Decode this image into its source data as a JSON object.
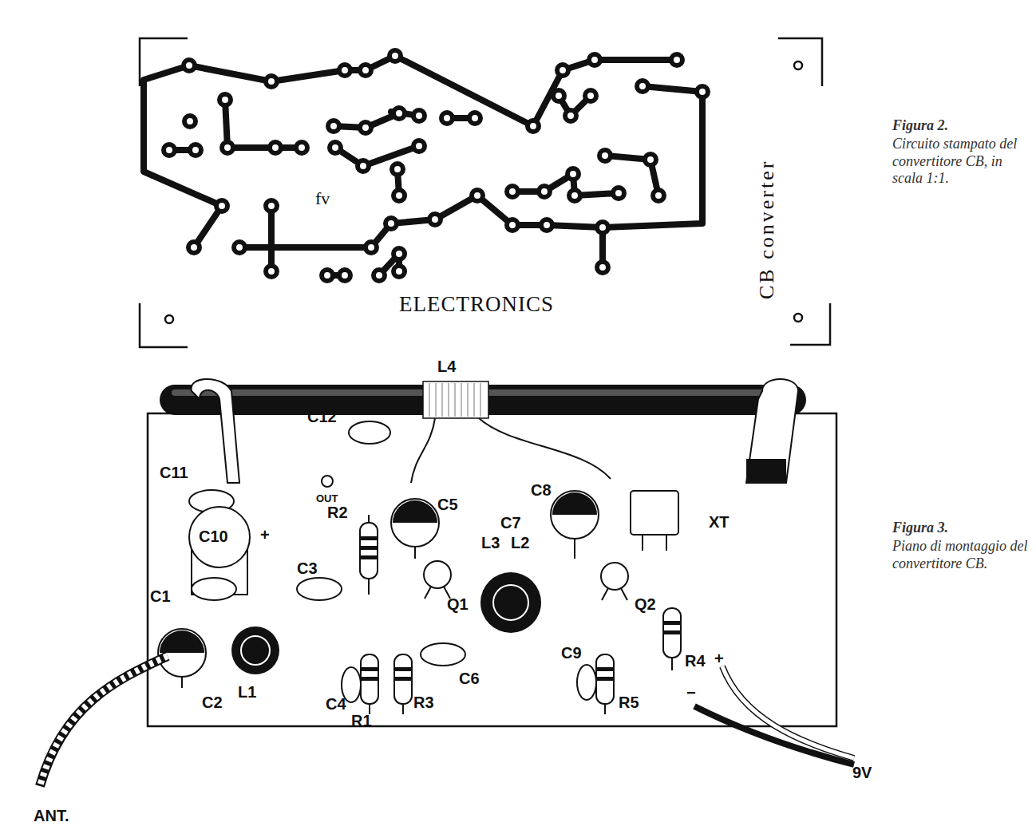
{
  "diagram": {
    "labels": [
      "fv",
      "ELECTRONICS",
      "CB converter",
      "Figura 2.",
      "Circuito stampato del convertitore CB, in scala 1:1.",
      "Figura 3.",
      "Piano di montaggio del convertitore CB.",
      "L4",
      "C11",
      "C12",
      "OUT",
      "C5",
      "C8",
      "C10",
      "+",
      "R2",
      "XT",
      "C7",
      "L3",
      "L2",
      "C3",
      "C1",
      "Q1",
      "Q2",
      "R4",
      "C6",
      "L1",
      "C4",
      "R1",
      "R3",
      "C9",
      "R5",
      "C2",
      "+",
      "−",
      "9V",
      "ANT."
    ]
  }
}
